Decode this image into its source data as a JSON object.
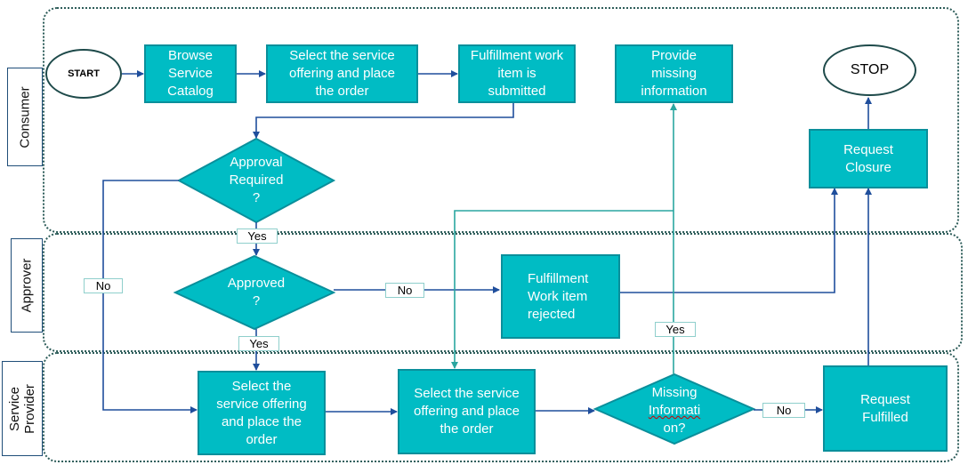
{
  "lanes": {
    "consumer": "Consumer",
    "approver": "Approver",
    "service_provider": "Service\nProvider"
  },
  "nodes": {
    "start": "START",
    "browse_catalog": "Browse\nService\nCatalog",
    "select_place_order_consumer": "Select the service\noffering and place\nthe order",
    "fulfillment_submitted": "Fulfillment work\nitem is\nsubmitted",
    "provide_missing_info": "Provide\nmissing\ninformation",
    "stop": "STOP",
    "approval_required": "Approval\nRequired\n?",
    "request_closure": "Request\nClosure",
    "approved": "Approved\n?",
    "fulfillment_rejected": "Fulfillment\nWork item\nrejected",
    "select_place_order_sp1": "Select the\nservice offering\nand place the\norder",
    "select_place_order_sp2": "Select the service\noffering and place\nthe order",
    "missing_info_line1": "Missing",
    "missing_info_line2": "Informati",
    "missing_info_line3": "on?",
    "request_fulfilled": "Request\nFulfilled"
  },
  "edge_labels": {
    "yes_approval": "Yes",
    "no_approval": "No",
    "no_approved": "No",
    "yes_approved": "Yes",
    "yes_missing": "Yes",
    "no_missing": "No"
  },
  "colors": {
    "box_fill": "#00bcc4",
    "box_border": "#0a8f9b",
    "arrow_primary": "#1f4e9c",
    "arrow_secondary": "#2aa6a0",
    "lane_border": "#2e5d5a"
  }
}
